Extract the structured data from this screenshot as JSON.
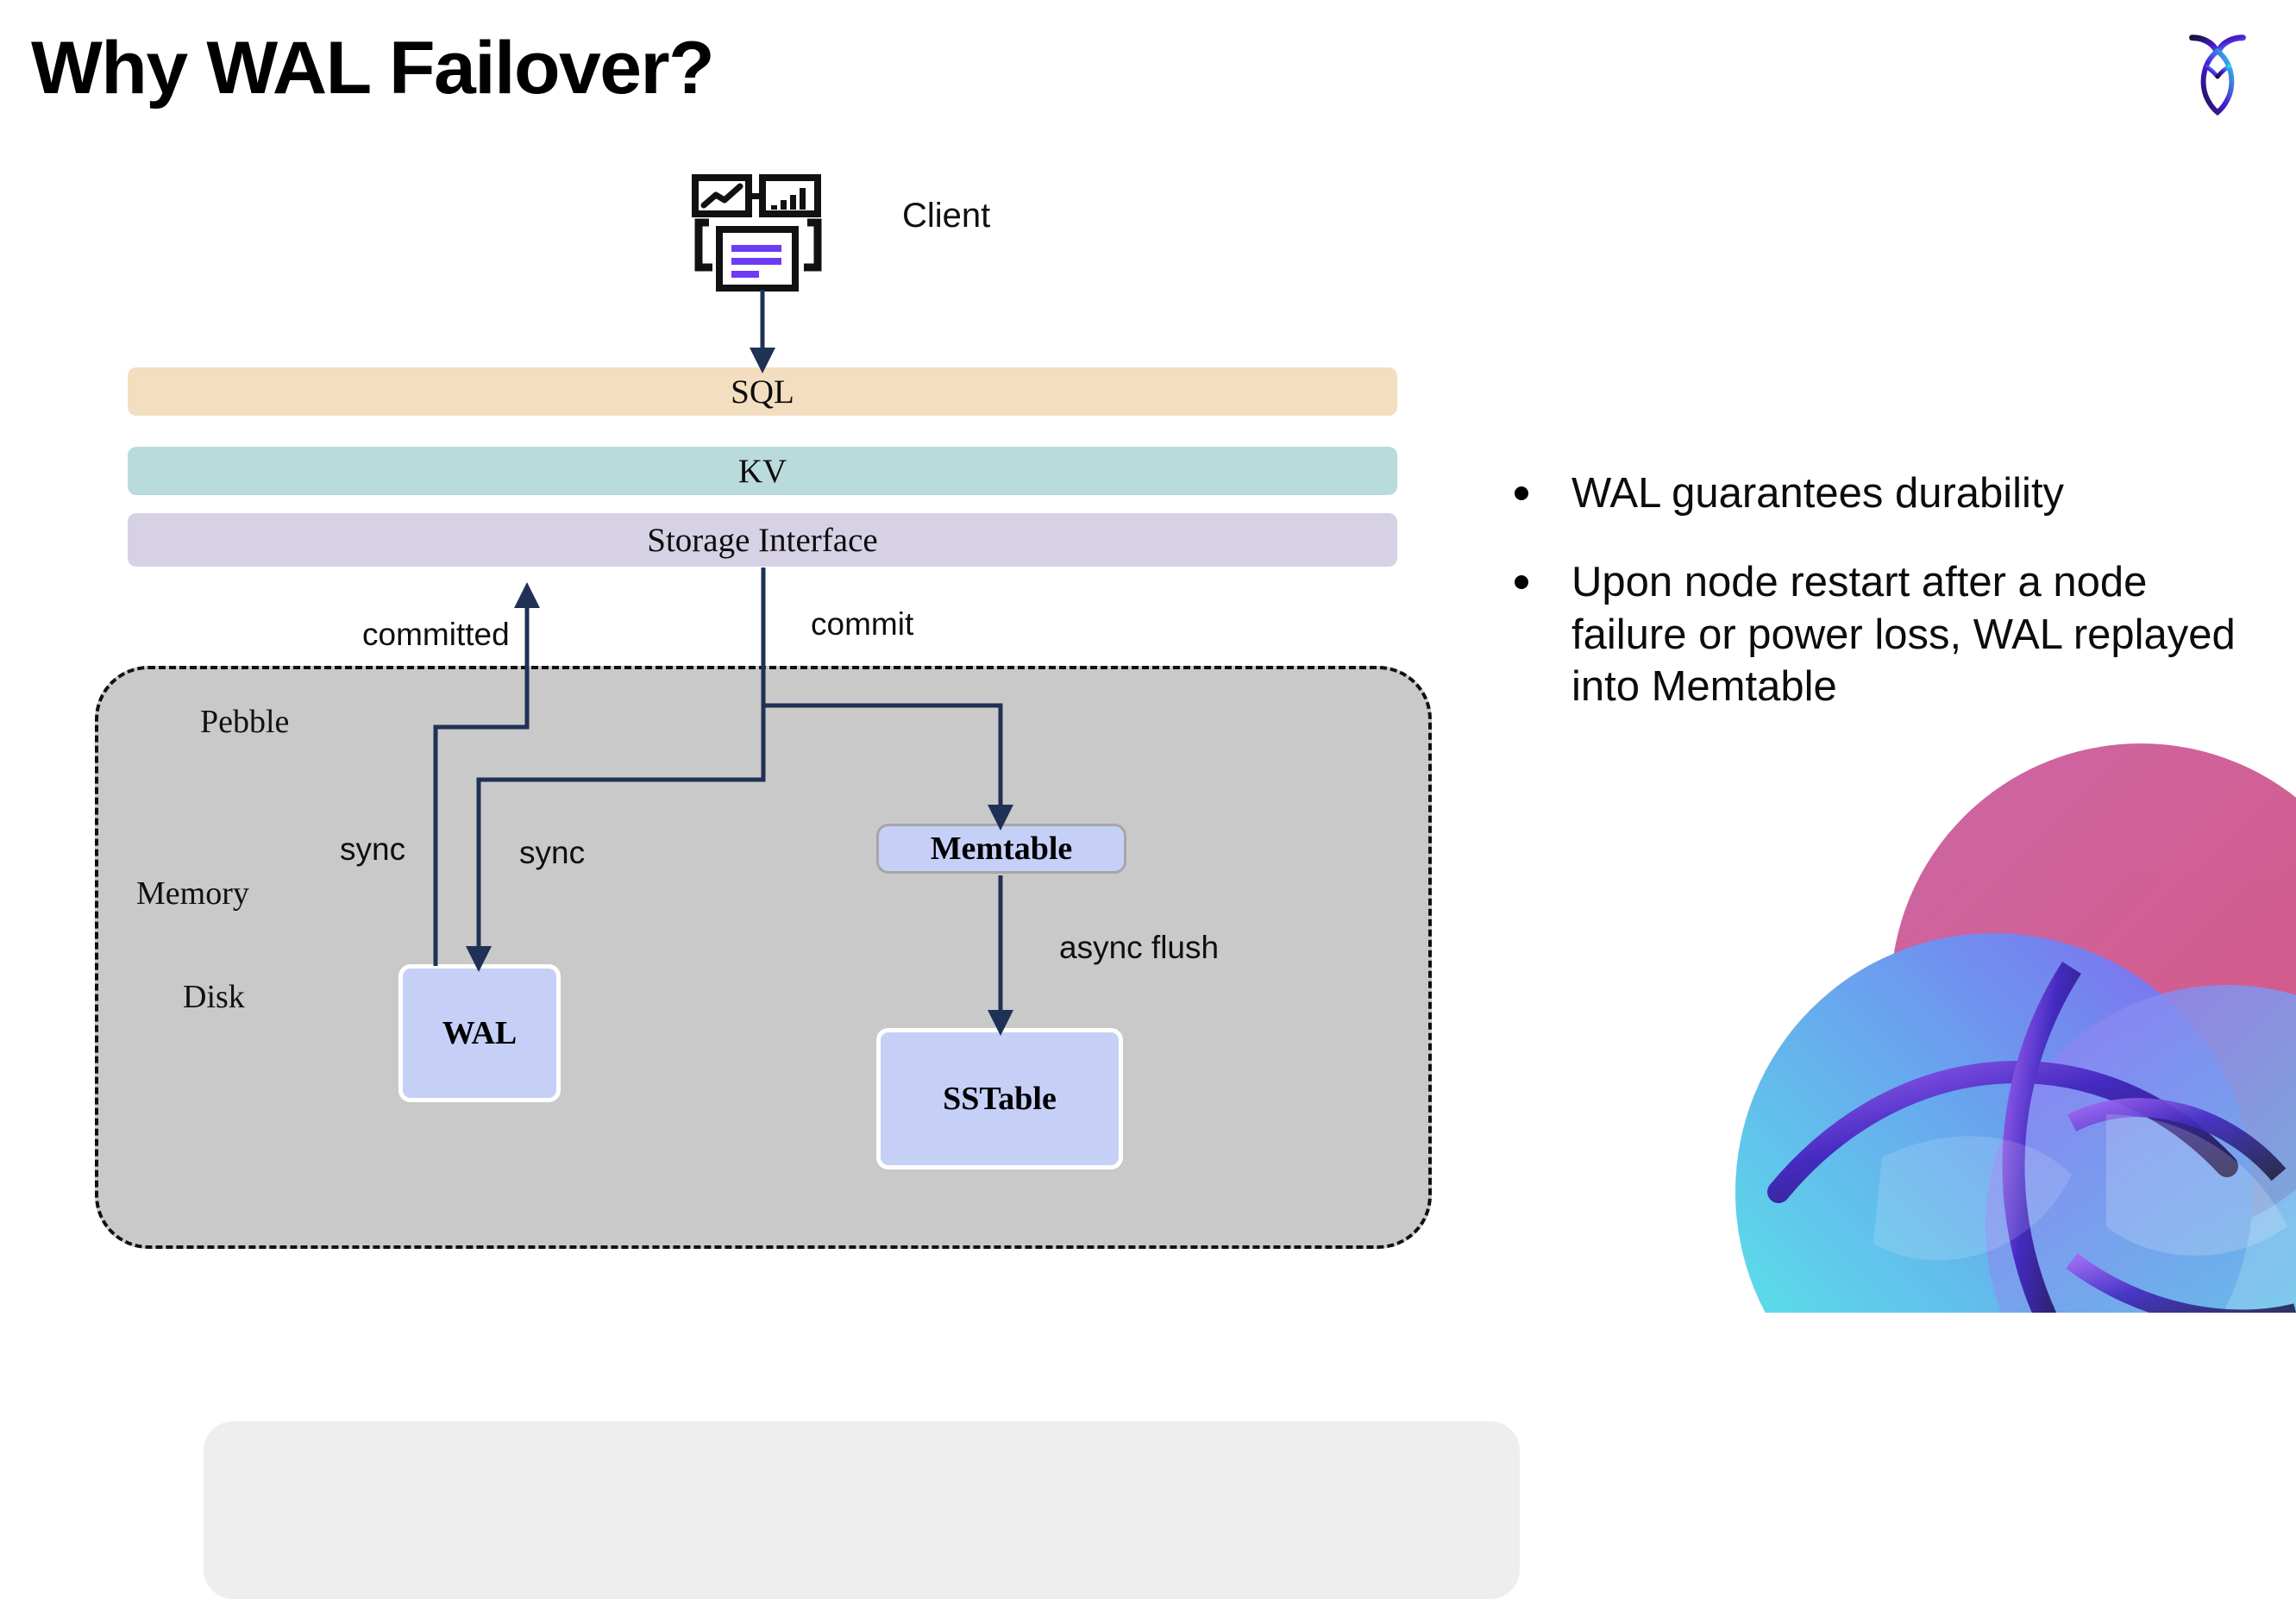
{
  "slide": {
    "title": "Why WAL Failover?"
  },
  "brand": {
    "logo_icon": "cockroachdb-logo-icon",
    "watermark_icon": "cockroachdb-watermark-icon",
    "gradient_dark": "#1b1b45",
    "gradient_purple": "#5320d6",
    "gradient_cyan": "#38e3f0",
    "gradient_pink": "#d4568f"
  },
  "diagram": {
    "client": {
      "label": "Client",
      "icon": "client-dashboard-icon"
    },
    "layers": [
      {
        "id": "sql",
        "label": "SQL",
        "color": "#f4dec0"
      },
      {
        "id": "kv",
        "label": "KV",
        "color": "#b9dbdc"
      },
      {
        "id": "storage_interface",
        "label": "Storage Interface",
        "color": "#d6d1e4"
      }
    ],
    "container": {
      "label": "Pebble",
      "fill": "#c9c9c9",
      "border": "#111111"
    },
    "regions": [
      {
        "id": "memory",
        "label": "Memory",
        "fill": "#eeeeee"
      },
      {
        "id": "disk",
        "label": "Disk",
        "fill": "#c9c9c9"
      }
    ],
    "boxes": [
      {
        "id": "memtable",
        "label": "Memtable",
        "fill": "#c6d0f7",
        "border": "#a6a6a6"
      },
      {
        "id": "wal",
        "label": "WAL",
        "fill": "#c6d0f7",
        "border": "#ffffff"
      },
      {
        "id": "sstable",
        "label": "SSTable",
        "fill": "#c6d0f7",
        "border": "#ffffff"
      }
    ],
    "edges": [
      {
        "id": "committed",
        "label": "committed"
      },
      {
        "id": "commit",
        "label": "commit"
      },
      {
        "id": "sync_1",
        "label": "sync"
      },
      {
        "id": "sync_2",
        "label": "sync"
      },
      {
        "id": "async_flush",
        "label": "async flush"
      }
    ],
    "arrow_color": "#1f3154"
  },
  "bullets": [
    {
      "text": "WAL guarantees durability"
    },
    {
      "text": "Upon node restart after a node failure or power loss, WAL replayed into Memtable"
    }
  ]
}
